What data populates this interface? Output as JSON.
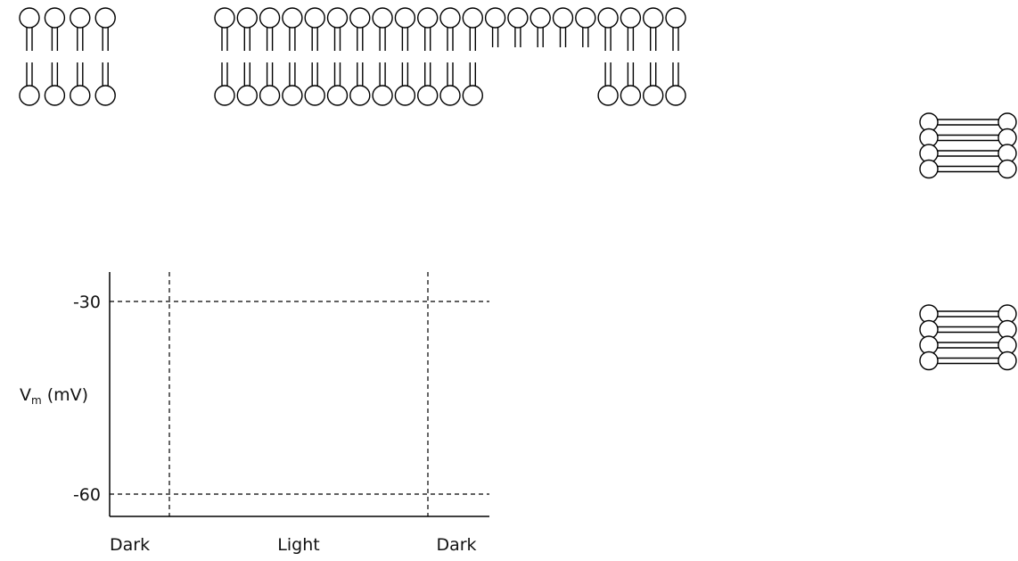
{
  "graph": {
    "y_axis_label": "V",
    "y_axis_label_subscript": "m",
    "y_axis_unit": "(mV)",
    "y_ticks": [
      "-30",
      "-60"
    ],
    "x_labels": [
      "Dark",
      "Light",
      "Dark"
    ]
  },
  "membranes": {
    "small_bilayer_lipid_count": 4,
    "long_bilayer_upper_lipid_count": 21,
    "long_bilayer_lower_lipid_count": 16,
    "long_bilayer_lower_missing_indices": [
      12,
      13,
      14,
      15,
      16
    ],
    "side_stack_rows": 4,
    "side_stack_count": 2
  },
  "colors": {
    "stroke": "#000000",
    "background": "#ffffff"
  }
}
